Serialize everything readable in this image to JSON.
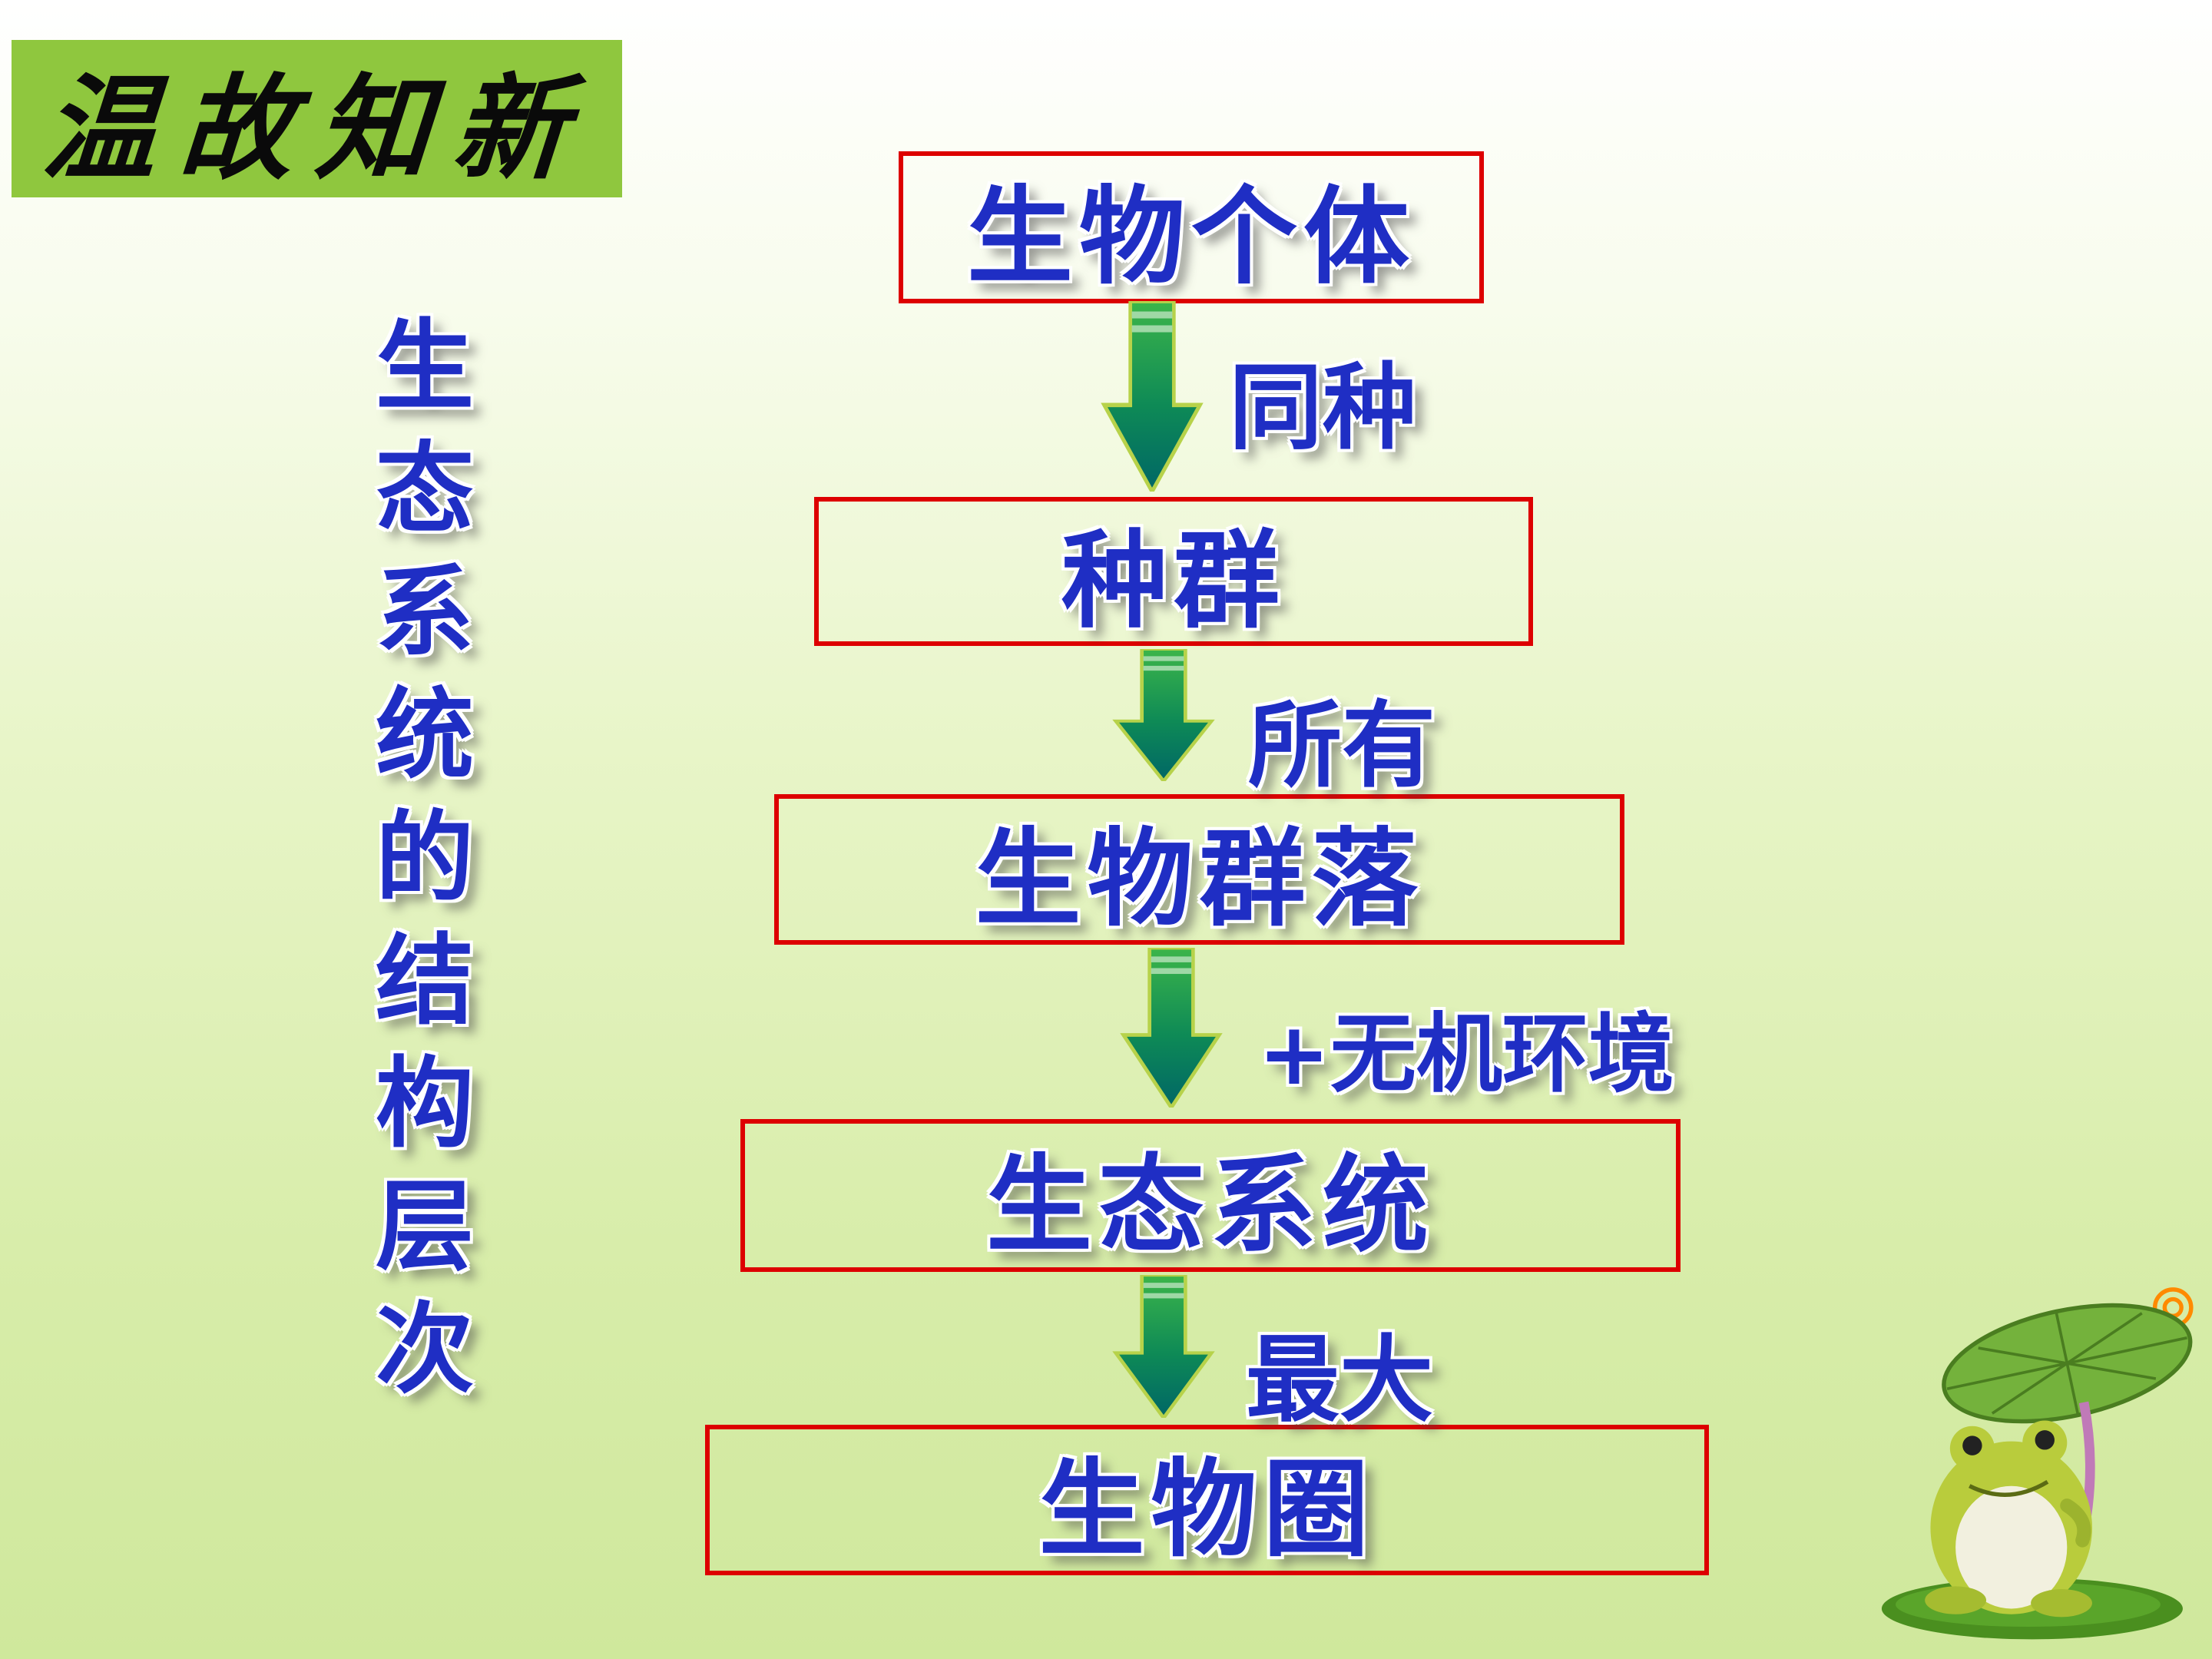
{
  "slide": {
    "title_badge": "温故知新",
    "vertical_caption": "生态系统的结构层次",
    "vertical_caption_chars": [
      "生",
      "态",
      "系",
      "统",
      "的",
      "结",
      "构",
      "层",
      "次"
    ]
  },
  "flowchart": {
    "nodes": [
      {
        "label": "生物个体"
      },
      {
        "label": "种群"
      },
      {
        "label": "生物群落"
      },
      {
        "label": "生态系统"
      },
      {
        "label": "生物圈"
      }
    ],
    "arrows": [
      {
        "label": "同种"
      },
      {
        "label": "所有"
      },
      {
        "label": "+无机环境"
      },
      {
        "label": "最大"
      }
    ]
  },
  "icons": {
    "down_arrow": "gradient-down-arrow",
    "frog": "frog-under-lotus-leaf"
  },
  "colors": {
    "badge_bg": "#8fc73e",
    "node_border": "#dd0000",
    "text_blue": "#1f2ec4",
    "arrow_top": "#3cb54a",
    "arrow_bottom": "#006666",
    "background_bottom": "#cfe89c"
  }
}
